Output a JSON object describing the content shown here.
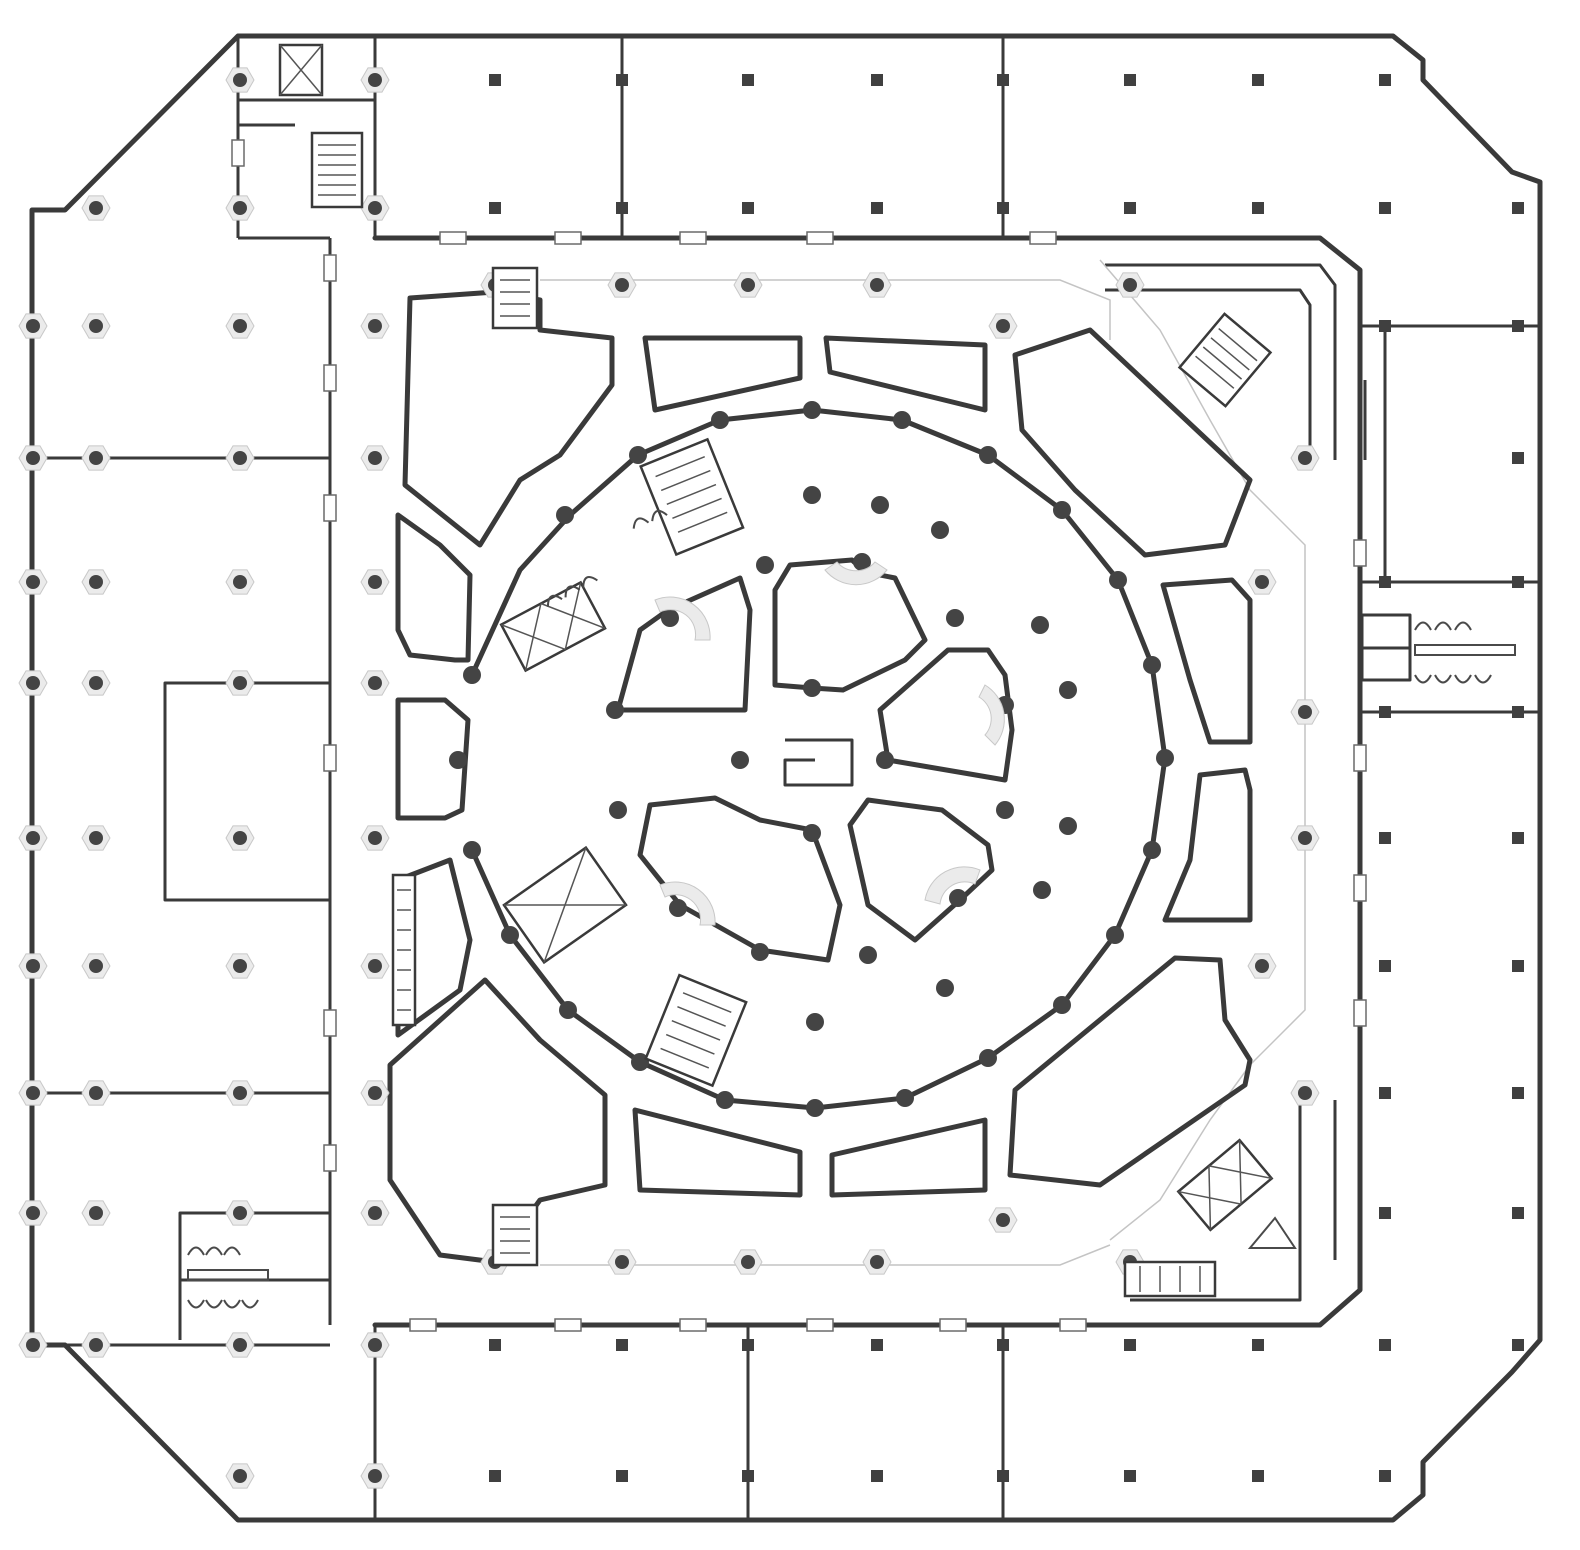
{
  "plan": {
    "view": "floor-plan",
    "colors": {
      "wall": "#3a3a3a",
      "column": "#404040",
      "guide": "#c4c4c4",
      "background": "#ffffff"
    },
    "grid_columns": {
      "x": [
        33,
        96,
        240,
        375,
        495,
        622,
        748,
        877,
        1003,
        1130,
        1258,
        1385,
        1518
      ],
      "y": [
        80,
        208,
        326,
        458,
        582,
        683,
        838,
        966,
        1093,
        1213,
        1345,
        1476
      ]
    },
    "atrium": {
      "shape": "circle",
      "ring_columns": 20
    },
    "rooms": {
      "north_shops": 6,
      "south_shops": 7,
      "west_shops": 6,
      "east_shops": 5,
      "atrium_kiosks": 11
    },
    "icons": [
      "stair-icon",
      "elevator-icon",
      "restroom-icon",
      "escalator-icon"
    ]
  }
}
